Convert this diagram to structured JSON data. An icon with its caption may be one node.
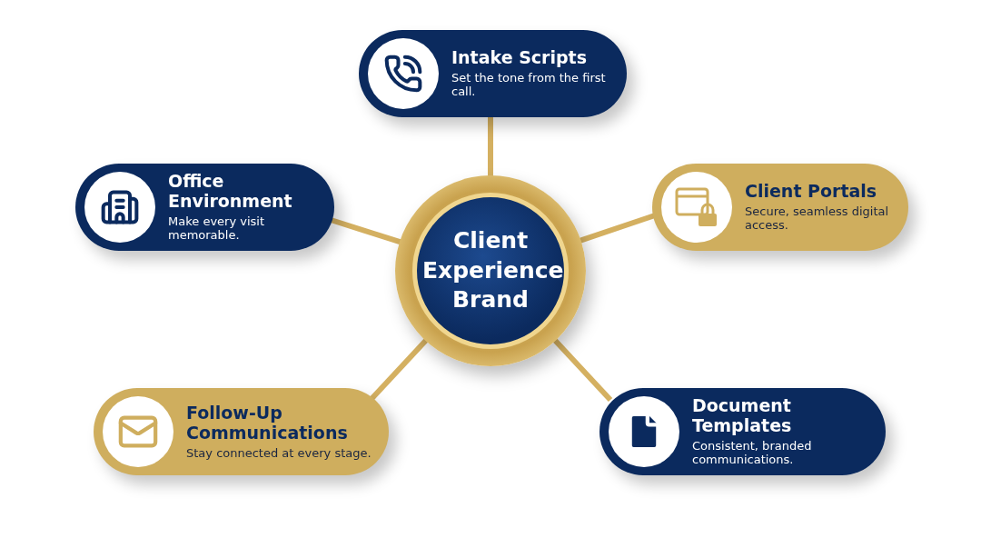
{
  "diagram": {
    "nodes": [
      {
        "text": [
          "Client Experience Brand"
        ]
      },
      {
        "text": [
          "Intake Scripts",
          "Set the tone from the first call."
        ]
      },
      {
        "text": [
          "Office Environment",
          "Make every visit memorable."
        ]
      },
      {
        "text": [
          "Client Portals",
          "Secure, seamless digital access."
        ]
      },
      {
        "text": [
          "Follow-Up Communications",
          "Stay connected at every stage."
        ]
      },
      {
        "text": [
          "Document Templates",
          "Consistent, branded communications."
        ]
      }
    ],
    "edges": [
      {
        "from": 0,
        "to": 1,
        "arrow": "none"
      },
      {
        "from": 0,
        "to": 2,
        "arrow": "none"
      },
      {
        "from": 0,
        "to": 3,
        "arrow": "none"
      },
      {
        "from": 0,
        "to": 4,
        "arrow": "none"
      },
      {
        "from": 0,
        "to": 5,
        "arrow": "none"
      }
    ]
  }
}
